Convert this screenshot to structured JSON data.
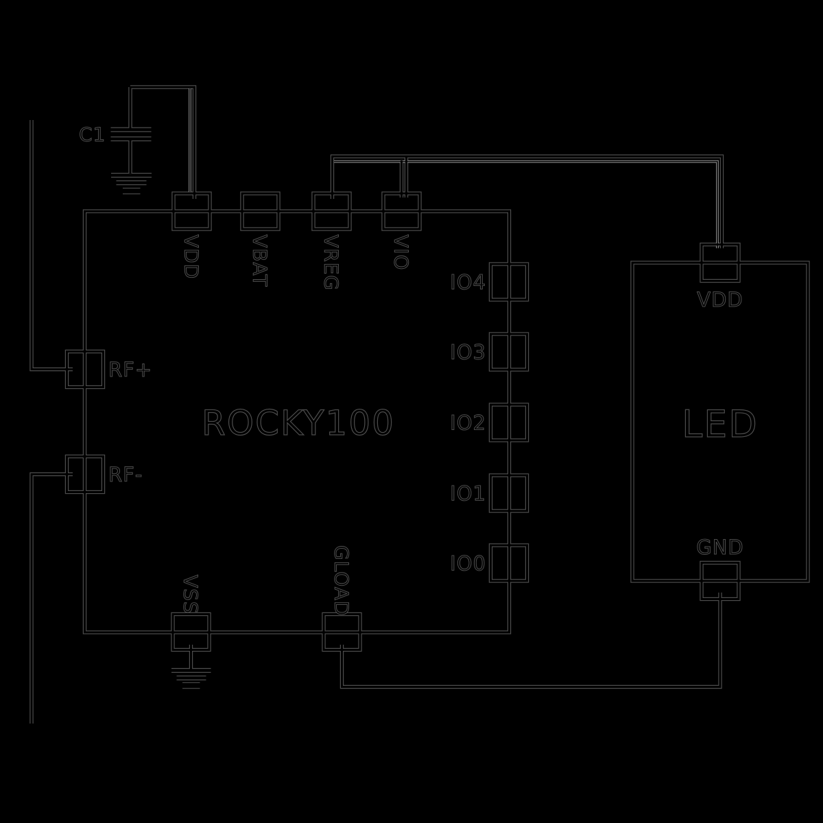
{
  "colors": {
    "background": "#000000",
    "ink": "#000000",
    "halo": "#4d4d4d",
    "thin_wire_halo": "#8a8a8a"
  },
  "chip": {
    "label": "ROCKY100",
    "pins": {
      "vdd": "VDD",
      "vbat": "VBAT",
      "vreg": "VREG",
      "vio": "VIO",
      "io4": "IO4",
      "io3": "IO3",
      "io2": "IO2",
      "io1": "IO1",
      "io0": "IO0",
      "rf_plus": "RF+",
      "rf_minus": "RF-",
      "vss": "VSS",
      "gload": "GLOAD"
    }
  },
  "led": {
    "label": "LED",
    "pins": {
      "vdd": "VDD",
      "gnd": "GND"
    }
  },
  "capacitor": {
    "label": "C1"
  }
}
